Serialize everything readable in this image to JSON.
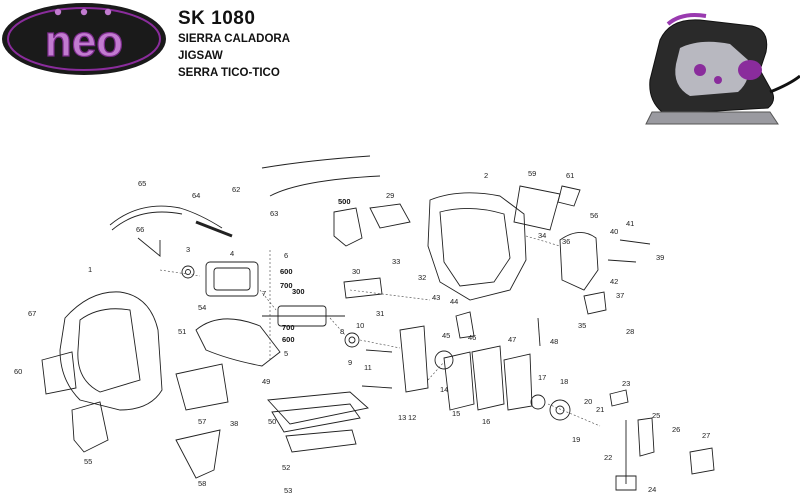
{
  "logo": {
    "text": "neo"
  },
  "header": {
    "model": "SK 1080",
    "names": [
      "SIERRA CALADORA",
      "JIGSAW",
      "SERRA TICO-TICO"
    ]
  },
  "part_numbers": [
    "1",
    "2",
    "3",
    "4",
    "5",
    "6",
    "7",
    "8",
    "9",
    "10",
    "11",
    "12",
    "13",
    "14",
    "15",
    "16",
    "17",
    "18",
    "19",
    "20",
    "21",
    "22",
    "23",
    "24",
    "25",
    "26",
    "27",
    "28",
    "29",
    "30",
    "31",
    "32",
    "33",
    "34",
    "35",
    "36",
    "37",
    "38",
    "39",
    "40",
    "41",
    "42",
    "43",
    "44",
    "45",
    "46",
    "47",
    "48",
    "49",
    "50",
    "51",
    "52",
    "53",
    "54",
    "55",
    "56",
    "57",
    "58",
    "59",
    "60",
    "61",
    "62",
    "63",
    "64",
    "65",
    "66",
    "67"
  ],
  "labels": [
    "500",
    "600",
    "700",
    "300",
    "700",
    "600"
  ],
  "colors": {
    "brand_purple": "#8a2c9c",
    "logo_dark": "#1a1a1a",
    "line": "#222222"
  }
}
